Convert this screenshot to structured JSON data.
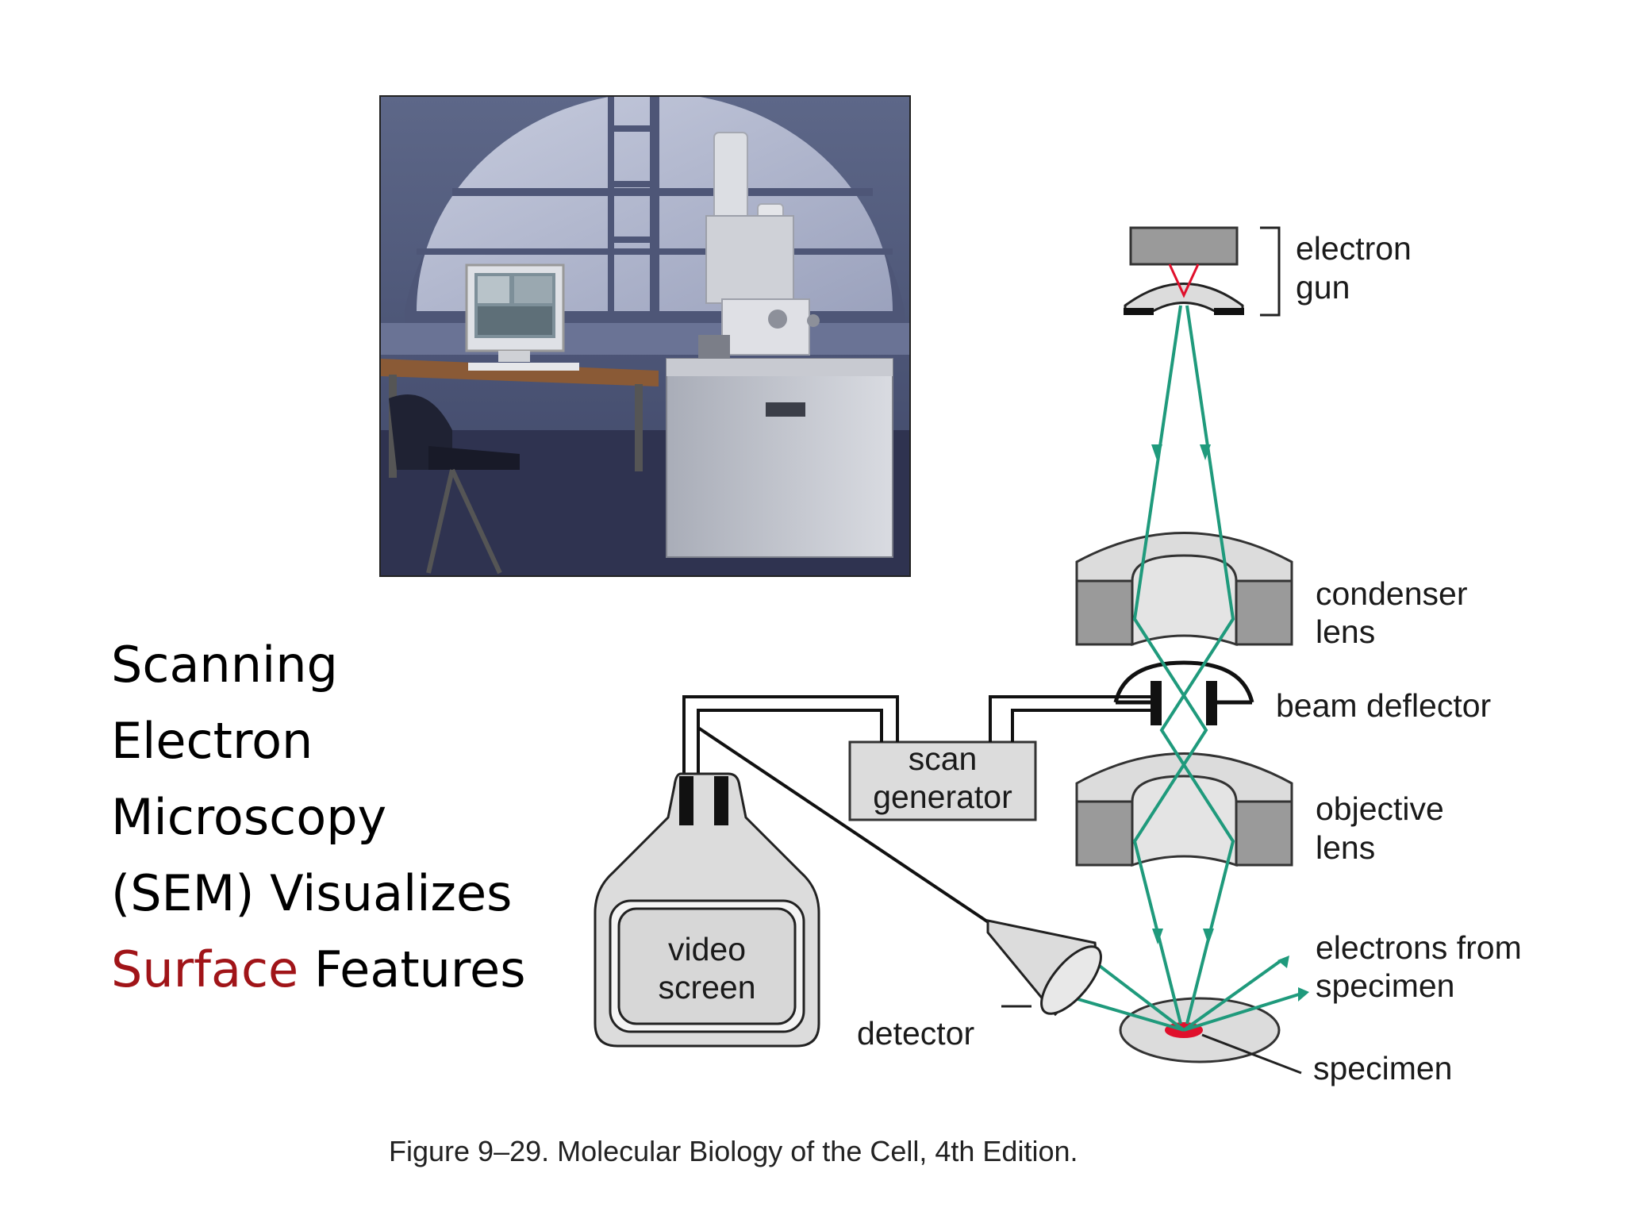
{
  "slide": {
    "title_lines": [
      "Scanning",
      "Electron",
      "Microscopy",
      "(SEM) Visualizes"
    ],
    "title_last_accent": "Surface",
    "title_last_rest": " Features",
    "accent_color": "#a01418"
  },
  "diagram": {
    "labels": {
      "electron_gun_1": "electron",
      "electron_gun_2": "gun",
      "condenser_1": "condenser",
      "condenser_2": "lens",
      "beam_deflector": "beam deflector",
      "objective_1": "objective",
      "objective_2": "lens",
      "electrons_from_1": "electrons from",
      "electrons_from_2": "specimen",
      "specimen": "specimen",
      "detector": "detector",
      "scan_generator_1": "scan",
      "scan_generator_2": "generator",
      "video_screen_1": "video",
      "video_screen_2": "screen"
    },
    "colors": {
      "beam": "#1f9a7c",
      "lens_gray": "#9a9a9a",
      "lens_light": "#dcdcdc",
      "specimen_spot": "#e0102c"
    }
  },
  "caption": "Figure 9–29. Molecular Biology of the Cell, 4th Edition."
}
